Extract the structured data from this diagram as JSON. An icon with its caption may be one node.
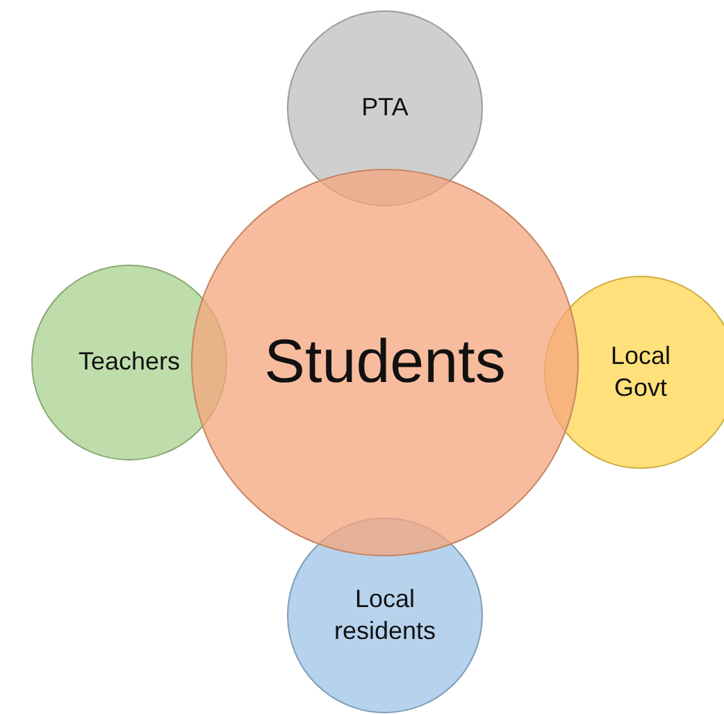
{
  "diagram": {
    "nodes": [
      {
        "text": [
          "PTA"
        ]
      },
      {
        "text": [
          "Teachers"
        ]
      },
      {
        "text": [
          "Students"
        ]
      },
      {
        "text": [
          "Local Govt"
        ]
      },
      {
        "text": [
          "Local residents"
        ]
      }
    ]
  }
}
